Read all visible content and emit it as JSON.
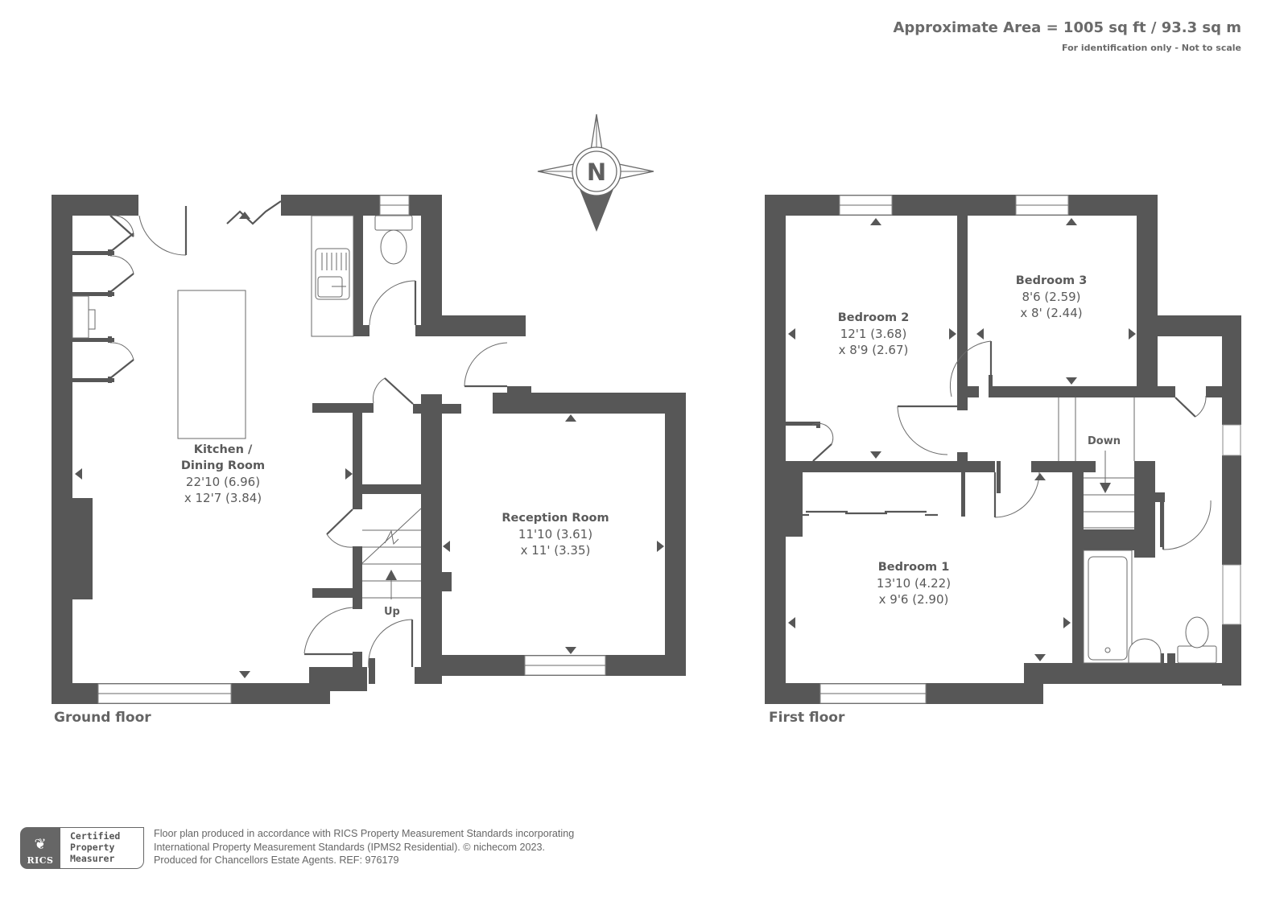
{
  "header": {
    "area_title": "Approximate Area = 1005 sq ft / 93.3 sq m",
    "area_subtitle": "For identification only - Not to scale"
  },
  "compass": {
    "letter": "N",
    "icon": "north-compass-icon"
  },
  "ground_floor": {
    "title": "Ground floor",
    "rooms": [
      {
        "name_line1": "Kitchen /",
        "name_line2": "Dining Room",
        "dim1": "22'10 (6.96)",
        "dim2": "x 12'7 (3.84)"
      },
      {
        "name": "Reception Room",
        "dim1": "11'10 (3.61)",
        "dim2": "x 11' (3.35)"
      }
    ],
    "stairs_label": "Up"
  },
  "first_floor": {
    "title": "First floor",
    "rooms": [
      {
        "name": "Bedroom 2",
        "dim1": "12'1 (3.68)",
        "dim2": "x 8'9 (2.67)"
      },
      {
        "name": "Bedroom 3",
        "dim1": "8'6 (2.59)",
        "dim2": "x 8' (2.44)"
      },
      {
        "name": "Bedroom 1",
        "dim1": "13'10 (4.22)",
        "dim2": "x 9'6 (2.90)"
      }
    ],
    "stairs_label": "Down"
  },
  "footer": {
    "badge_org": "RICS",
    "badge_lines": [
      "Certified",
      "Property",
      "Measurer"
    ],
    "text_lines": [
      "Floor plan produced in accordance with RICS Property Measurement Standards incorporating",
      "International Property Measurement Standards (IPMS2 Residential).   © nichecom 2023.",
      "Produced for Chancellors Estate Agents.   REF: 976179"
    ]
  },
  "colors": {
    "wall": "#575757",
    "text": "#5a5a5a",
    "background": "#ffffff"
  }
}
